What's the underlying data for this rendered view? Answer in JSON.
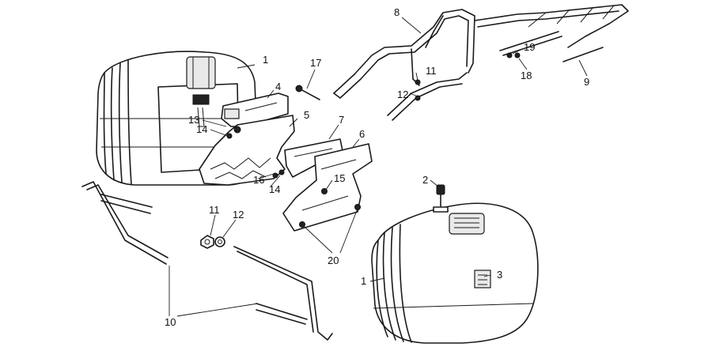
{
  "callouts": [
    {
      "id": "c1a",
      "text": "1"
    },
    {
      "id": "c1b",
      "text": "1"
    },
    {
      "id": "c2",
      "text": "2"
    },
    {
      "id": "c3",
      "text": "3"
    },
    {
      "id": "c4",
      "text": "4"
    },
    {
      "id": "c5",
      "text": "5"
    },
    {
      "id": "c6",
      "text": "6"
    },
    {
      "id": "c7",
      "text": "7"
    },
    {
      "id": "c8",
      "text": "8"
    },
    {
      "id": "c9",
      "text": "9"
    },
    {
      "id": "c10",
      "text": "10"
    },
    {
      "id": "c11a",
      "text": "11"
    },
    {
      "id": "c11b",
      "text": "11"
    },
    {
      "id": "c12a",
      "text": "12"
    },
    {
      "id": "c12b",
      "text": "12"
    },
    {
      "id": "c13",
      "text": "13"
    },
    {
      "id": "c14a",
      "text": "14"
    },
    {
      "id": "c14b",
      "text": "14"
    },
    {
      "id": "c15",
      "text": "15"
    },
    {
      "id": "c16",
      "text": "16"
    },
    {
      "id": "c17",
      "text": "17"
    },
    {
      "id": "c18",
      "text": "18"
    },
    {
      "id": "c19",
      "text": "19"
    },
    {
      "id": "c20",
      "text": "20"
    }
  ]
}
